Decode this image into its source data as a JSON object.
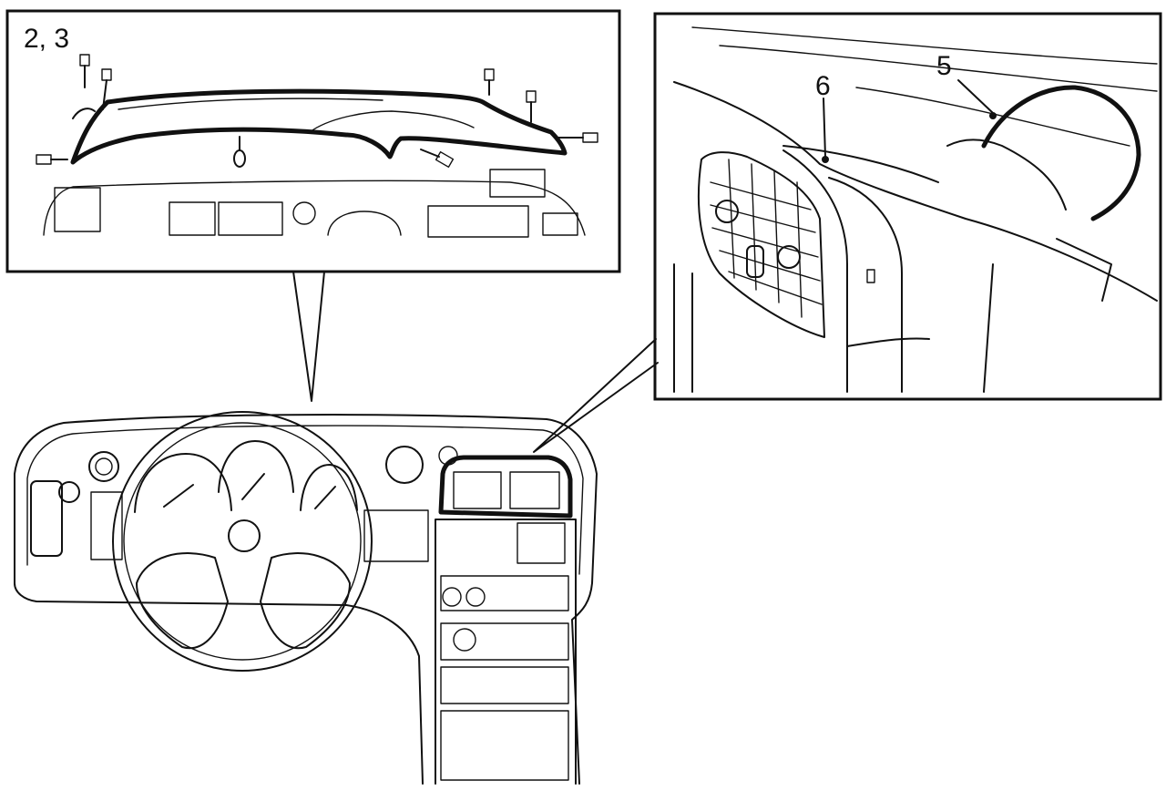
{
  "diagram": {
    "callouts": {
      "detail_left": "2, 3",
      "detail_right_center": "6",
      "detail_right_defroster": "5"
    },
    "colors": {
      "ink": "#111111",
      "paper": "#ffffff"
    },
    "icons": [
      "screw-icon",
      "steering-wheel-icon",
      "gauge-icon",
      "vent-grille-icon"
    ]
  }
}
